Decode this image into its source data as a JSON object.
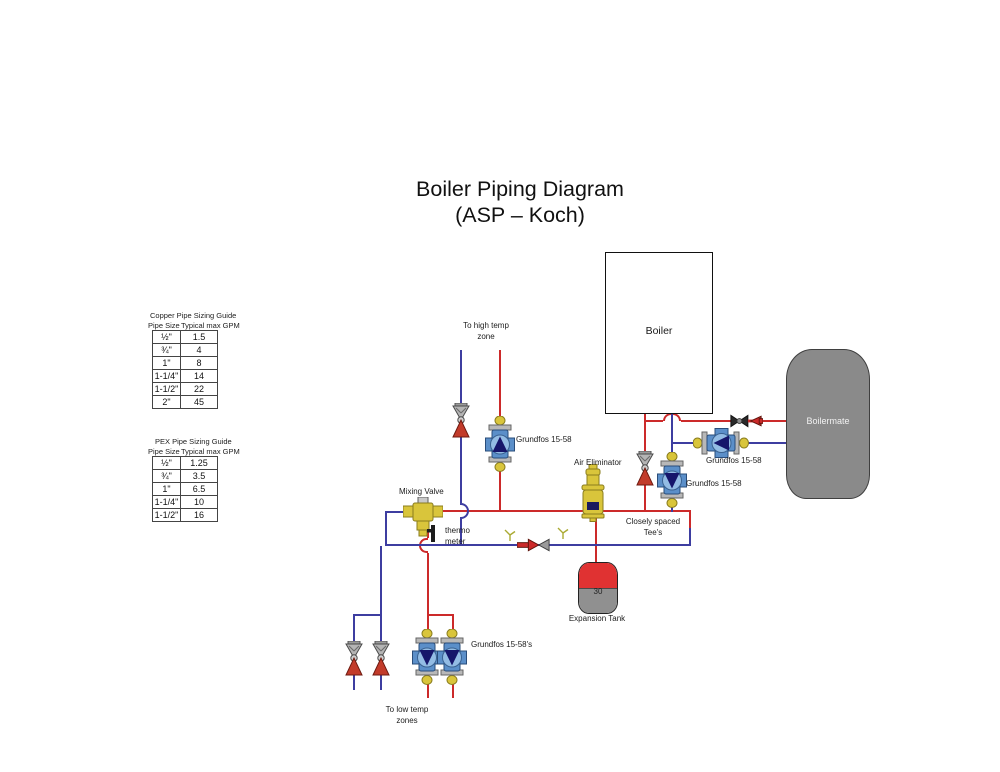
{
  "title": {
    "line1": "Boiler Piping Diagram",
    "line2": "(ASP – Koch)"
  },
  "copper_table": {
    "title": "Copper Pipe Sizing Guide",
    "headers": [
      "Pipe Size",
      "Typical max GPM"
    ],
    "rows": [
      [
        "½\"",
        "1.5"
      ],
      [
        "¾\"",
        "4"
      ],
      [
        "1\"",
        "8"
      ],
      [
        "1-1/4\"",
        "14"
      ],
      [
        "1-1/2\"",
        "22"
      ],
      [
        "2\"",
        "45"
      ]
    ]
  },
  "pex_table": {
    "title": "PEX Pipe Sizing Guide",
    "headers": [
      "Pipe Size",
      "Typical max GPM"
    ],
    "rows": [
      [
        "½\"",
        "1.25"
      ],
      [
        "¾\"",
        "3.5"
      ],
      [
        "1\"",
        "6.5"
      ],
      [
        "1-1/4\"",
        "10"
      ],
      [
        "1-1/2\"",
        "16"
      ]
    ]
  },
  "equipment": {
    "boiler_label": "Boiler",
    "boilermate_label": "Boilermate",
    "expansion_tank_label": "Expansion Tank",
    "expansion_tank_value": "30",
    "air_eliminator_label": "Air Eliminator",
    "mixing_valve_label": "Mixing Valve",
    "thermometer_line1": "thermo",
    "thermometer_line2": "meter"
  },
  "pumps": {
    "high_temp_label": "Grundfos 15-58",
    "boilermate_loop_label": "Grundfos 15-58",
    "boiler_loop_label": "Grundfos 15-58",
    "low_temp_label": "Grundfos 15-58's"
  },
  "flow_labels": {
    "high_temp_line1": "To high temp",
    "high_temp_line2": "zone",
    "low_temp_line1": "To low temp",
    "low_temp_line2": "zones",
    "closely_spaced_line1": "Closely spaced",
    "closely_spaced_line2": "Tee's"
  },
  "colors": {
    "supply_pipe": "#cc2a2a",
    "return_pipe": "#3d3da0",
    "pump_body": "#5b8fc9",
    "pump_impeller": "#16166b",
    "flange_yellow": "#d9c53b",
    "tank_gray": "#8a8a8a",
    "expansion_red": "#e03232"
  }
}
